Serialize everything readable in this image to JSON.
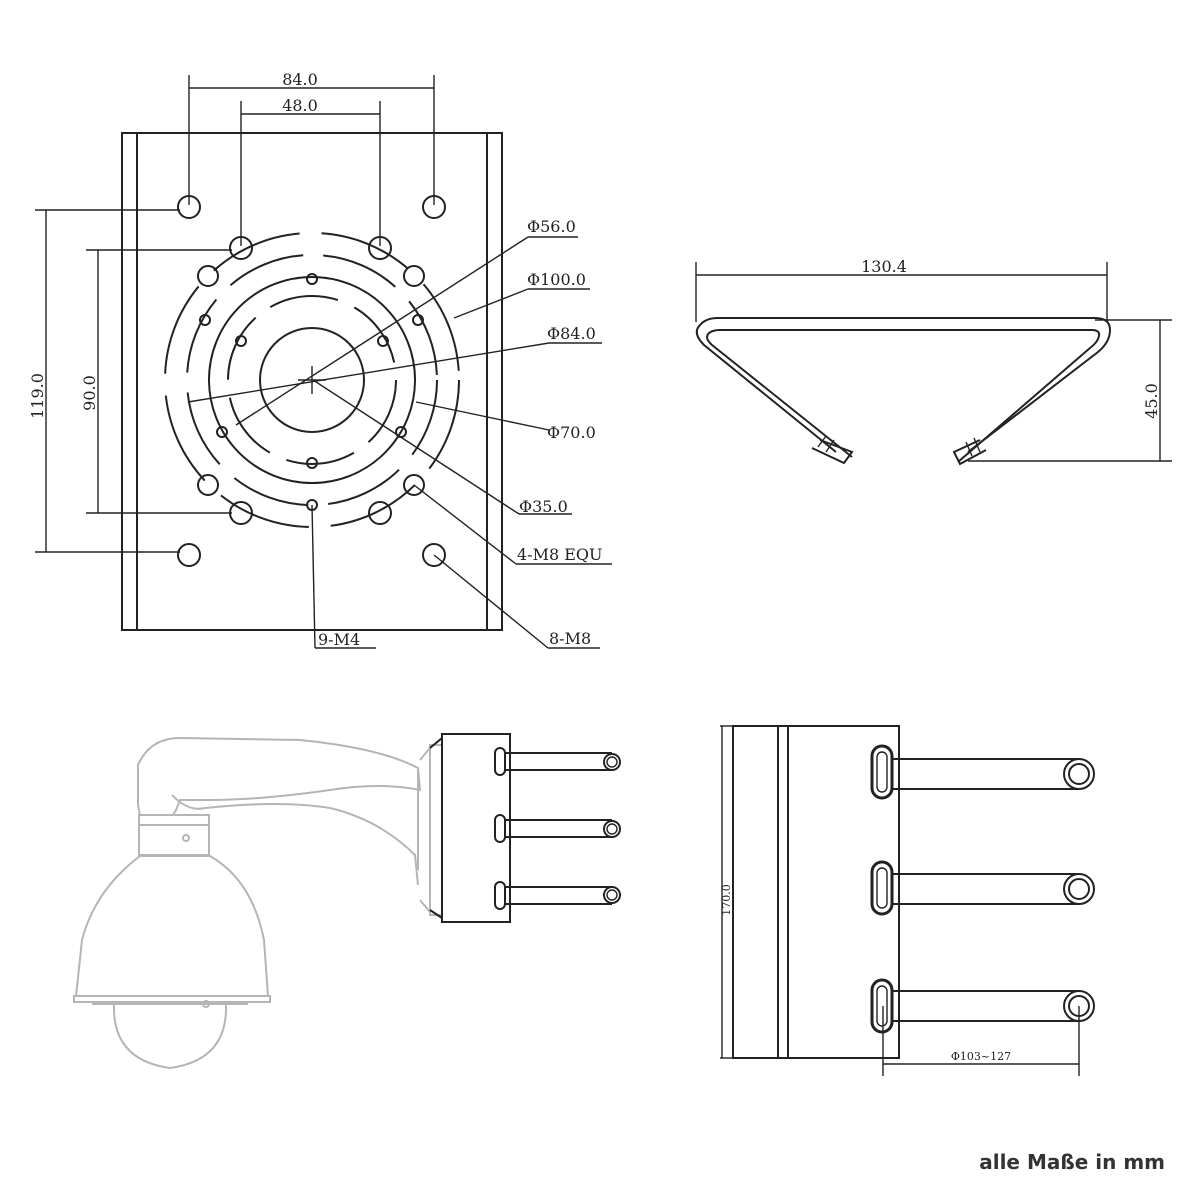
{
  "front_view": {
    "dim_width_outer": "84.0",
    "dim_width_inner": "48.0",
    "dim_height_outer": "119.0",
    "dim_height_inner": "90.0",
    "callout_d56": "Φ56.0",
    "callout_d100": "Φ100.0",
    "callout_d84": "Φ84.0",
    "callout_d70": "Φ70.0",
    "callout_d35": "Φ35.0",
    "callout_m8_equ": "4-M8 EQU",
    "callout_m4": "9-M4",
    "callout_m8": "8-M8"
  },
  "top_view": {
    "dim_width": "130.4",
    "dim_height": "45.0"
  },
  "side_view": {
    "dim_height": "170.0",
    "dim_pole": "Φ103~127"
  },
  "footer": {
    "note": "alle Maße in mm"
  }
}
